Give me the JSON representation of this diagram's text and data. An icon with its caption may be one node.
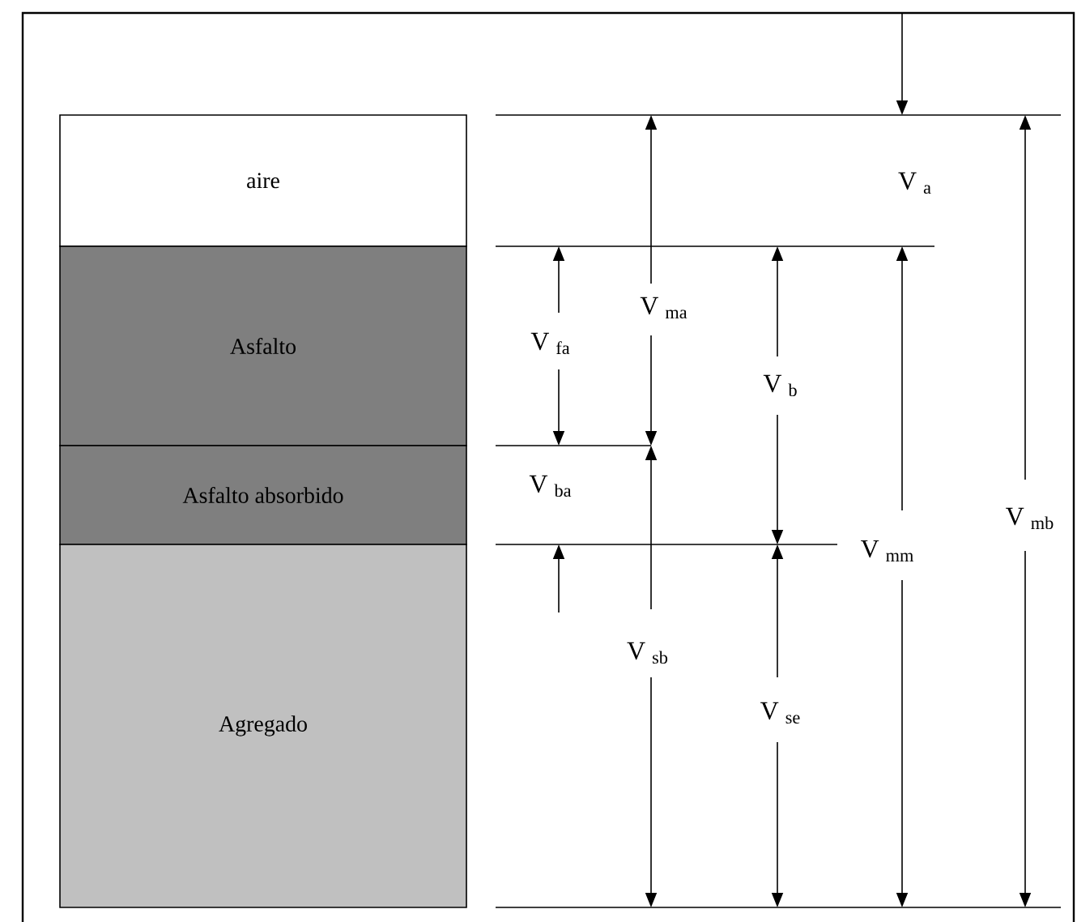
{
  "diagram": {
    "nodes": [
      {
        "text": [
          "aire"
        ]
      },
      {
        "text": [
          "Asfalto"
        ]
      },
      {
        "text": [
          "Asfalto absorbido"
        ]
      },
      {
        "text": [
          "Agregado"
        ]
      }
    ],
    "labels": [
      "V $_{a}$",
      "V $_{fa}$",
      "V $_{ma}$",
      "V $_{b}$",
      "V $_{ba}$",
      "V $_{mm}$",
      "V $_{mb}$",
      "V $_{sb}$",
      "V $_{se}$"
    ]
  }
}
